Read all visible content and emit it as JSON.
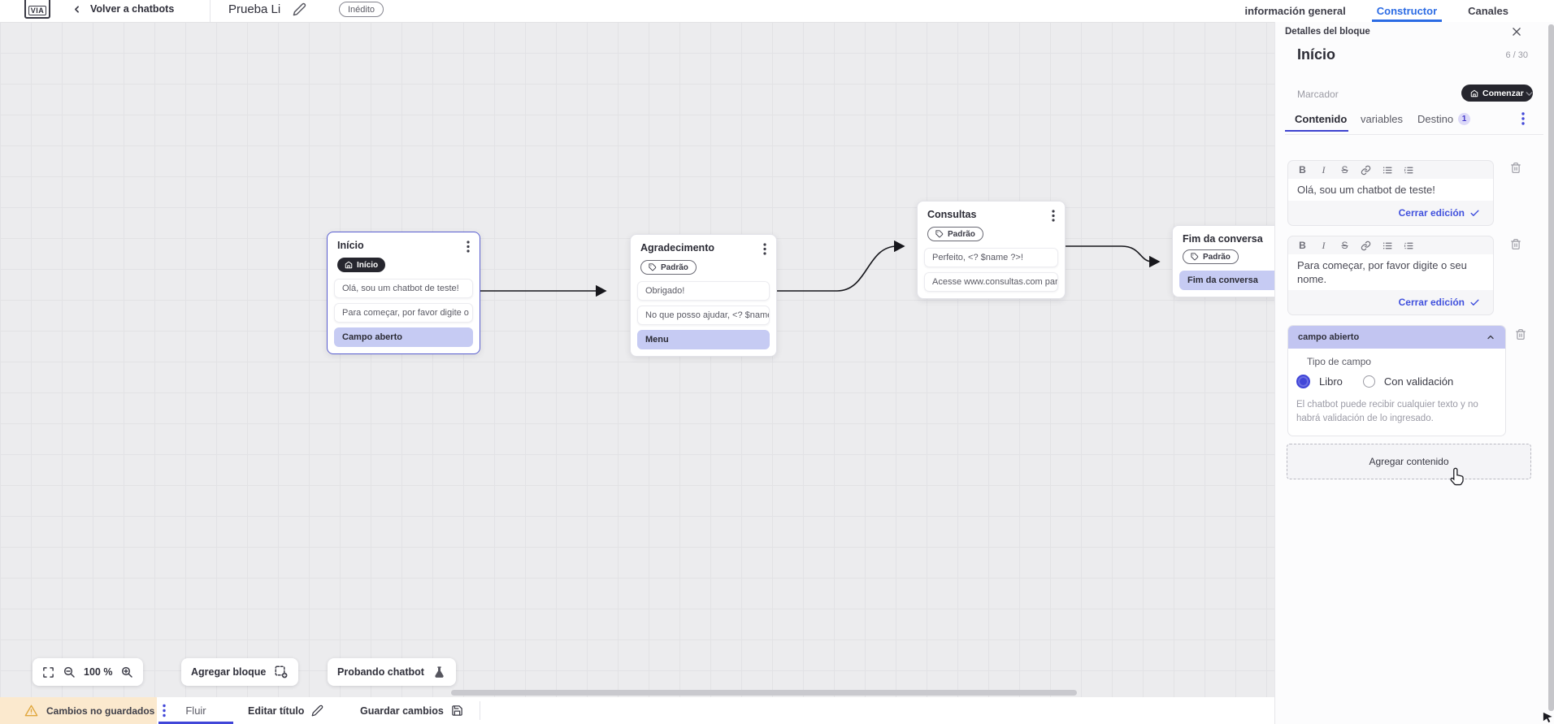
{
  "topbar": {
    "logo_text": "VIA",
    "back_label": "Volver a chatbots",
    "title": "Prueba Li",
    "status_badge": "Inédito",
    "tabs": [
      {
        "label": "información general",
        "active": false
      },
      {
        "label": "Constructor",
        "active": true
      },
      {
        "label": "Canales",
        "active": false
      }
    ]
  },
  "canvas": {
    "zoom_level": "100 %",
    "add_block_label": "Agregar bloque",
    "test_chatbot_label": "Probando chatbot",
    "nodes": [
      {
        "title": "Início",
        "badge": "Início",
        "badge_type": "start",
        "items": [
          {
            "text": "Olá, sou um chatbot de teste!",
            "selected": false
          },
          {
            "text": "Para começar, por favor digite o ...",
            "selected": false
          },
          {
            "text": "Campo aberto",
            "selected": true
          }
        ]
      },
      {
        "title": "Agradecimento",
        "badge": "Padrão",
        "badge_type": "default",
        "items": [
          {
            "text": "Obrigado!",
            "selected": false
          },
          {
            "text": "No que posso ajudar, <? $name ...",
            "selected": false
          },
          {
            "text": "Menu",
            "selected": true
          }
        ]
      },
      {
        "title": "Consultas",
        "badge": "Padrão",
        "badge_type": "default",
        "items": [
          {
            "text": "Perfeito, <? $name ?>!",
            "selected": false
          },
          {
            "text": "Acesse www.consultas.com par...",
            "selected": false
          }
        ]
      },
      {
        "title": "Fim da conversa",
        "badge": "Padrão",
        "badge_type": "default",
        "items": [
          {
            "text": "Fim da conversa",
            "selected": true
          }
        ]
      }
    ]
  },
  "panel": {
    "header": "Detalles del bloque",
    "block_title": "Início",
    "counter": "6 / 30",
    "marker_label": "Marcador",
    "marker_value": "Comenzar",
    "tabs": {
      "content": "Contenido",
      "variables": "variables",
      "destination": "Destino",
      "destination_badge": "1"
    },
    "toolbar": {
      "bold": "B",
      "italic": "I",
      "strike": "S"
    },
    "editors": [
      {
        "text": "Olá, sou um chatbot de teste!",
        "close_label": "Cerrar edición"
      },
      {
        "text": "Para começar, por favor digite o seu nome.",
        "close_label": "Cerrar edición"
      }
    ],
    "field_section": {
      "header": "campo abierto",
      "type_label": "Tipo de campo",
      "options": [
        {
          "label": "Libro",
          "selected": true
        },
        {
          "label": "Con validación",
          "selected": false
        }
      ],
      "description": "El chatbot puede recibir cualquier texto y no habrá validación de lo ingresado."
    },
    "add_content_label": "Agregar contenido"
  },
  "bottombar": {
    "unsaved_label": "Cambios no guardados",
    "flow_tab": "Fluir",
    "edit_title_label": "Editar título",
    "save_label": "Guardar cambios"
  },
  "colors": {
    "accent_blue": "#2b6be4",
    "indigo": "#4146d8",
    "selection_purple": "#c6cbf3",
    "dark_badge": "#26262e",
    "warning_bg": "#fbe9ce",
    "warning_icon": "#e0a63c"
  }
}
